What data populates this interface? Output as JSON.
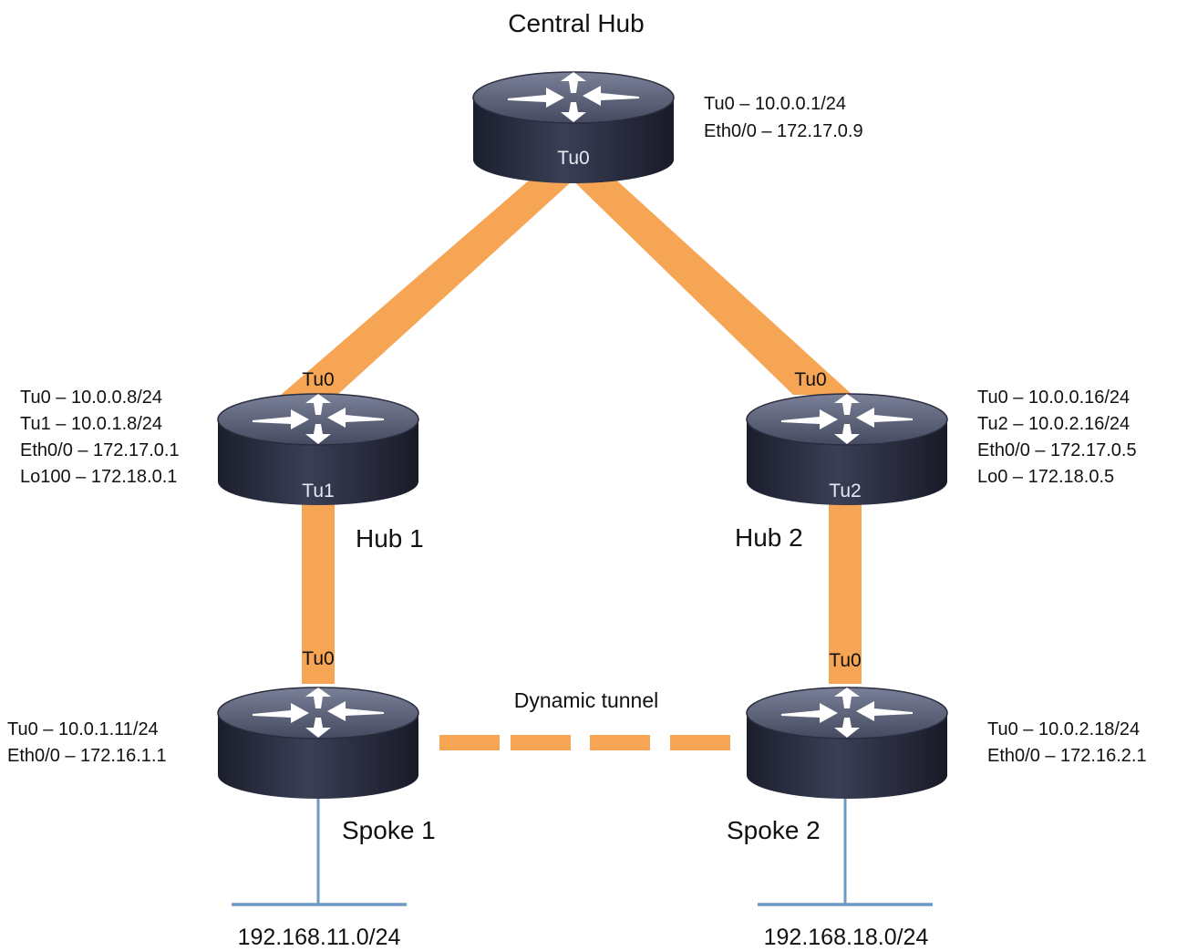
{
  "colors": {
    "tunnel": "#f5a553",
    "router_top": "#5c6178",
    "router_body": "#262a3c",
    "lan_line": "#6e99c4",
    "arrow": "#ffffff"
  },
  "nodes": {
    "central_hub": {
      "title": "Central Hub",
      "port_on_body": "Tu0",
      "info": [
        "Tu0 – 10.0.0.1/24",
        "Eth0/0 – 172.17.0.9"
      ]
    },
    "hub1": {
      "title": "Hub 1",
      "port_top": "Tu0",
      "port_on_body": "Tu1",
      "info": [
        "Tu0 – 10.0.0.8/24",
        "Tu1 – 10.0.1.8/24",
        "Eth0/0 – 172.17.0.1",
        "Lo100 – 172.18.0.1"
      ]
    },
    "hub2": {
      "title": "Hub 2",
      "port_top": "Tu0",
      "port_on_body": "Tu2",
      "info": [
        "Tu0 – 10.0.0.16/24",
        "Tu2 – 10.0.2.16/24",
        "Eth0/0 – 172.17.0.5",
        "Lo0 – 172.18.0.5"
      ]
    },
    "spoke1": {
      "title": "Spoke 1",
      "port_top": "Tu0",
      "info": [
        "Tu0 – 10.0.1.11/24",
        "Eth0/0 – 172.16.1.1"
      ],
      "lan": "192.168.11.0/24"
    },
    "spoke2": {
      "title": "Spoke 2",
      "port_top": "Tu0",
      "info": [
        "Tu0 – 10.0.2.18/24",
        "Eth0/0 – 172.16.2.1"
      ],
      "lan": "192.168.18.0/24"
    }
  },
  "dynamic_tunnel": {
    "label": "Dynamic tunnel"
  }
}
